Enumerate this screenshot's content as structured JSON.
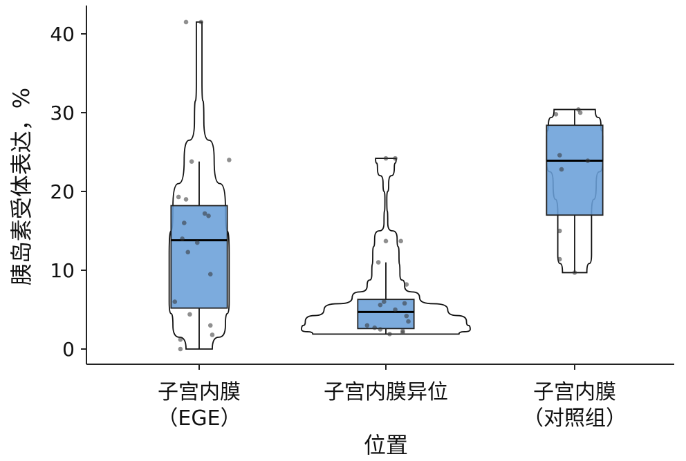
{
  "chart_data": {
    "type": "violin-box",
    "xlabel": "位置",
    "ylabel": "胰岛素受体表达，%",
    "ylim": [
      -1.5,
      43.5
    ],
    "yticks": [
      0,
      10,
      20,
      30,
      40
    ],
    "grid": false,
    "box_color": "#6a9fd8",
    "groups": [
      {
        "label_lines": [
          "子宫内膜",
          "（EGE）"
        ],
        "box": {
          "q1": 5.2,
          "median": 13.8,
          "q3": 18.2,
          "whisker_low": 0,
          "whisker_high": 23.8
        },
        "violin": [
          [
            0,
            0.07
          ],
          [
            3,
            0.14
          ],
          [
            6,
            0.16
          ],
          [
            12,
            0.16
          ],
          [
            18,
            0.14
          ],
          [
            24,
            0.08
          ],
          [
            29,
            0.025
          ],
          [
            34,
            0.015
          ],
          [
            41.5,
            0.015
          ]
        ],
        "points": [
          [
            41.5,
            -0.07
          ],
          [
            41.5,
            0.01
          ],
          [
            23.8,
            -0.04
          ],
          [
            24,
            0.16
          ],
          [
            19.3,
            -0.11
          ],
          [
            19,
            -0.07
          ],
          [
            17.2,
            0.03
          ],
          [
            16.9,
            0.05
          ],
          [
            16,
            -0.08
          ],
          [
            14,
            -0.09
          ],
          [
            13.5,
            -0.01
          ],
          [
            12.3,
            -0.06
          ],
          [
            9.5,
            0.06
          ],
          [
            6,
            -0.13
          ],
          [
            4.4,
            -0.05
          ],
          [
            3,
            0.06
          ],
          [
            1.8,
            0.07
          ],
          [
            1.2,
            -0.1
          ],
          [
            0,
            -0.1
          ]
        ]
      },
      {
        "label_lines": [
          "子宫内膜异位"
        ],
        "box": {
          "q1": 2.6,
          "median": 4.7,
          "q3": 6.3,
          "whisker_low": 1.9,
          "whisker_high": 11
        },
        "violin": [
          [
            1.9,
            0.39
          ],
          [
            2.5,
            0.45
          ],
          [
            3.5,
            0.43
          ],
          [
            5,
            0.33
          ],
          [
            6.5,
            0.18
          ],
          [
            8,
            0.1
          ],
          [
            9.5,
            0.075
          ],
          [
            12,
            0.07
          ],
          [
            14,
            0.06
          ],
          [
            16,
            0.01
          ],
          [
            19,
            0.005
          ],
          [
            21,
            0.015
          ],
          [
            23,
            0.045
          ],
          [
            24.2,
            0.055
          ]
        ],
        "points": [
          [
            24.2,
            0
          ],
          [
            24.2,
            0.05
          ],
          [
            13.7,
            0
          ],
          [
            13.7,
            0.08
          ],
          [
            11,
            -0.04
          ],
          [
            8.2,
            0.11
          ],
          [
            6,
            -0.01
          ],
          [
            5.8,
            0.1
          ],
          [
            5.6,
            -0.03
          ],
          [
            5,
            0.05
          ],
          [
            4.2,
            0.11
          ],
          [
            3.5,
            0.12
          ],
          [
            3,
            -0.1
          ],
          [
            2.7,
            -0.06
          ],
          [
            2.5,
            -0.03
          ],
          [
            2.3,
            0.09
          ],
          [
            2.1,
            0.09
          ],
          [
            1.9,
            0.02
          ]
        ]
      },
      {
        "label_lines": [
          "子宫内膜",
          "（对照组）"
        ],
        "box": {
          "q1": 17,
          "median": 23.9,
          "q3": 28.4,
          "whisker_low": 9.7,
          "whisker_high": 30.4
        },
        "violin": [
          [
            9.7,
            0.065
          ],
          [
            12,
            0.09
          ],
          [
            17,
            0.09
          ],
          [
            21,
            0.115
          ],
          [
            24,
            0.15
          ],
          [
            27,
            0.15
          ],
          [
            28.4,
            0.14
          ],
          [
            30.4,
            0.11
          ]
        ],
        "points": [
          [
            30.4,
            0.02
          ],
          [
            30,
            0.03
          ],
          [
            29.8,
            -0.1
          ],
          [
            24.6,
            -0.08
          ],
          [
            23.9,
            0.07
          ],
          [
            22.8,
            -0.07
          ],
          [
            15,
            -0.08
          ],
          [
            11.4,
            -0.08
          ],
          [
            9.7,
            0
          ]
        ]
      }
    ]
  }
}
